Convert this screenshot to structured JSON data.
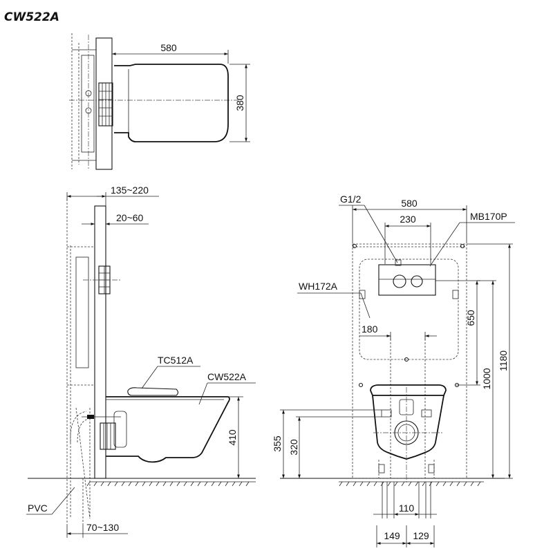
{
  "title": "CW522A",
  "top_view": {
    "width_dim": "580",
    "depth_dim": "380"
  },
  "side_view": {
    "wall_range_dim": "135~220",
    "finish_dim": "20~60",
    "seat_label": "TC512A",
    "bowl_label": "CW522A",
    "height_dim": "410",
    "pipe_label": "PVC",
    "bottom_dim": "70~130"
  },
  "front_view": {
    "inlet_label": "G1/2",
    "frame_width_dim": "580",
    "plate_width_dim": "230",
    "plate_label": "MB170P",
    "tank_label": "WH172A",
    "tank_width_dim": "180",
    "plate_height_dim": "650",
    "mid_height_dim": "1000",
    "frame_height_dim": "1180",
    "outlet_height_dim": "355",
    "inlet_height_dim": "320",
    "spacing_dim": "110",
    "left_offset_dim": "149",
    "right_offset_dim": "129"
  }
}
